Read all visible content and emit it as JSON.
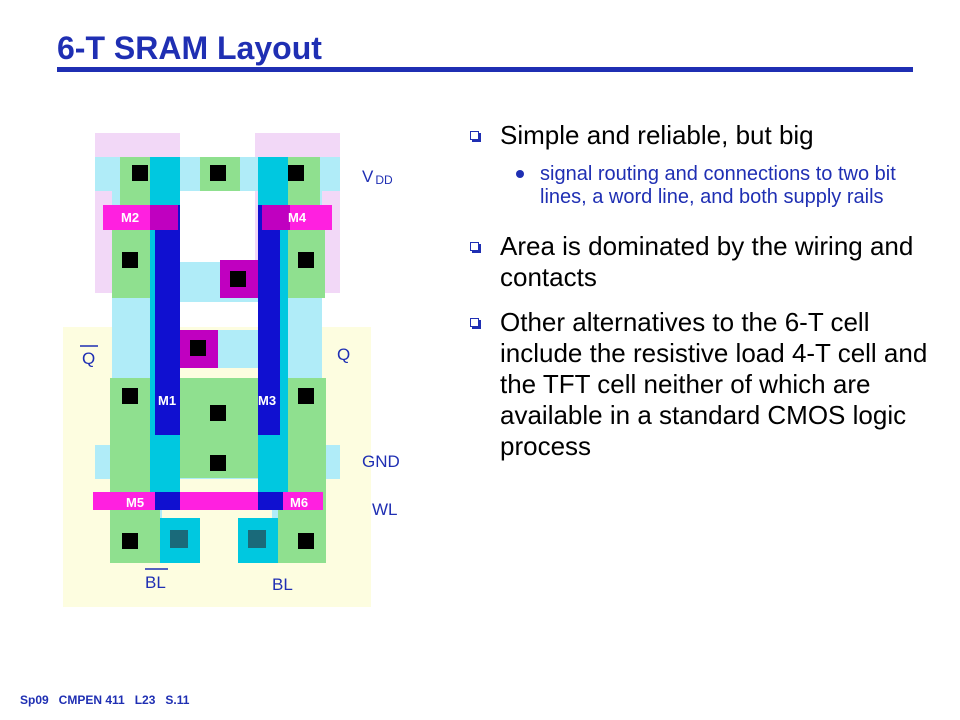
{
  "title": "6-T SRAM Layout",
  "colors": {
    "title_blue": "#1f2fb3",
    "well_yellow": "#fdfde0",
    "diffusion_green": "#8fe08f",
    "poly_blue": "#1010d0",
    "metal1_cyan": "#00c8e0",
    "metal2_lightblue": "#b0ecf8",
    "contact_magenta": "#c000c0",
    "poly_magenta": "#ff20e0"
  },
  "layout_labels": {
    "vdd_main": "V",
    "vdd_sub": "DD",
    "q_bar": "Q",
    "q": "Q",
    "gnd": "GND",
    "wl": "WL",
    "bl_bar": "BL",
    "bl": "BL",
    "m1": "M1",
    "m2": "M2",
    "m3": "M3",
    "m4": "M4",
    "m5": "M5",
    "m6": "M6"
  },
  "bullets": [
    {
      "text": "Simple and reliable, but big",
      "sub": [
        "signal routing and connections to two bit lines, a word line, and both supply rails"
      ]
    },
    {
      "text": "Area is dominated by the wiring and contacts",
      "sub": []
    },
    {
      "text": "Other alternatives to the 6-T cell include the resistive load 4-T cell and the TFT cell neither of which are available in a standard CMOS logic process",
      "sub": []
    }
  ],
  "footer": "Sp09   CMPEN 411   L23   S.11"
}
